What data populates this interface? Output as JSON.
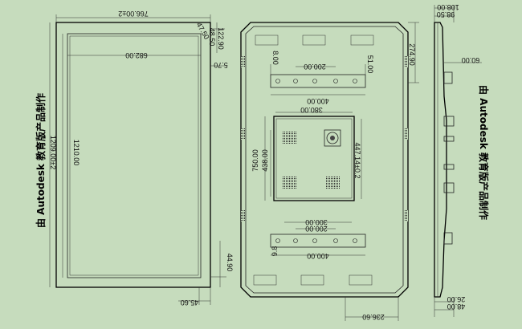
{
  "watermark": {
    "text": "由 Autodesk 教育版产品制作"
  },
  "front_view": {
    "width_label": "766.00±2",
    "inner_width_label": "682.00",
    "outer_height_label": "1210.00",
    "inner_height_label": "1209.00±2",
    "top_offset_label": "122.90",
    "corner_a_label": "47.50",
    "corner_b_label": "48.50",
    "side_label": "5.70",
    "bottom_offset_label": "44.90",
    "bottom_edge_label": "45.60"
  },
  "rear_view": {
    "bracket_label_1": "8.00",
    "bracket_label_2": "200.00",
    "bracket_label_3": "51.00",
    "bracket_label_4": "400.00",
    "top_edge_label": "274.90",
    "panel_width_label": "380.00",
    "vesa_h_label_1": "750.00",
    "vesa_h_label_2": "438.00",
    "vesa_h_label_3": "447.14±0.2",
    "lower_label_1": "300.00",
    "lower_label_2": "200.00",
    "lower_label_3": "400.00",
    "lower_label_4": "9.8",
    "bottom_label": "236.60"
  },
  "side_view": {
    "top_label_1": "108.00",
    "top_label_2": "98.50",
    "mid_label": "60.00",
    "bottom_label_1": "48.00",
    "bottom_label_2": "26.00"
  }
}
